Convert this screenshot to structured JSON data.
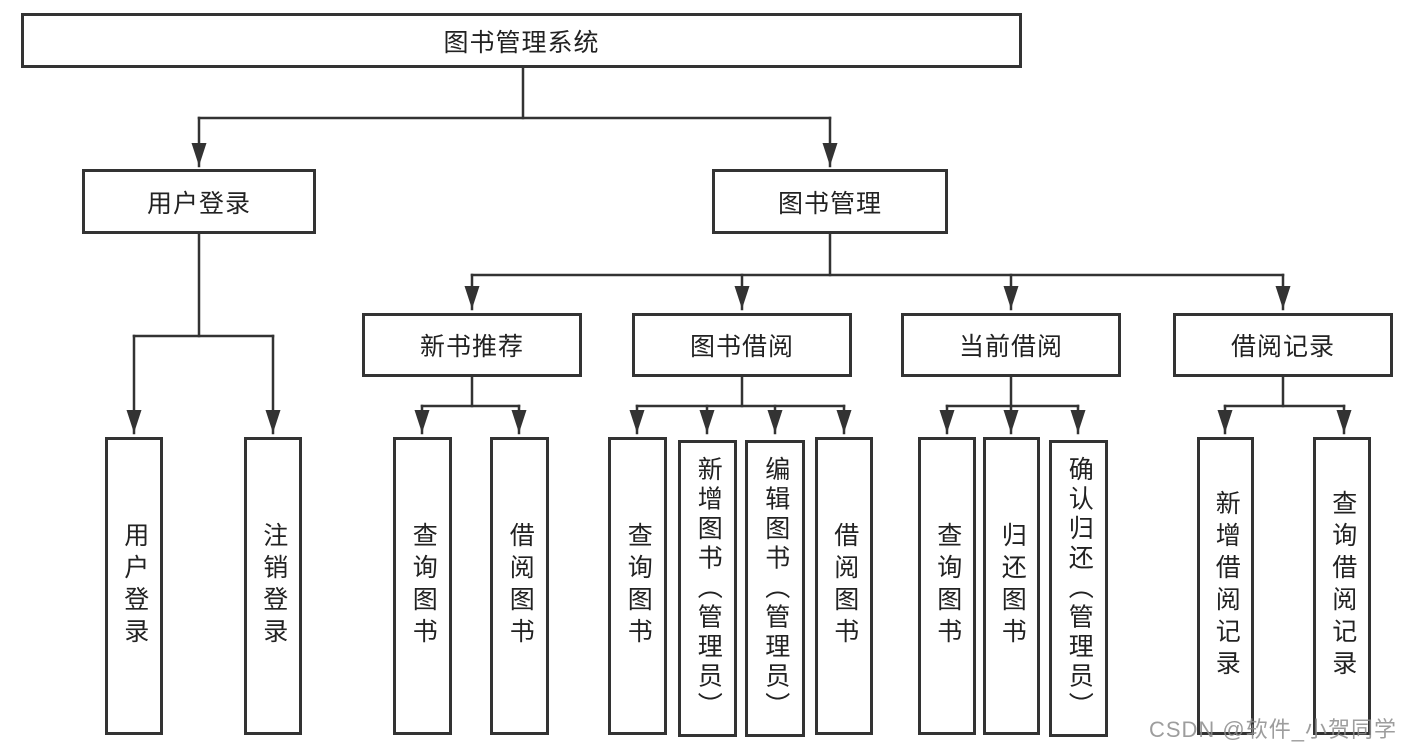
{
  "palette": {
    "line": "#333333",
    "box_fill": "#ffffff",
    "text": "#222222",
    "watermark": "#8c8c8c",
    "background": "#ffffff"
  },
  "tree": {
    "root": {
      "label": "图书管理系统",
      "children": [
        {
          "label": "用户登录",
          "children": [
            {
              "label": "用户登录"
            },
            {
              "label": "注销登录"
            }
          ]
        },
        {
          "label": "图书管理",
          "children": [
            {
              "label": "新书推荐",
              "children": [
                {
                  "label": "查询图书"
                },
                {
                  "label": "借阅图书"
                }
              ]
            },
            {
              "label": "图书借阅",
              "children": [
                {
                  "label": "查询图书"
                },
                {
                  "label": "新增图书（管理员）"
                },
                {
                  "label": "编辑图书（管理员）"
                },
                {
                  "label": "借阅图书"
                }
              ]
            },
            {
              "label": "当前借阅",
              "children": [
                {
                  "label": "查询图书"
                },
                {
                  "label": "归还图书"
                },
                {
                  "label": "确认归还（管理员）"
                }
              ]
            },
            {
              "label": "借阅记录",
              "children": [
                {
                  "label": "新增借阅记录"
                },
                {
                  "label": "查询借阅记录"
                }
              ]
            }
          ]
        }
      ]
    }
  },
  "watermark": {
    "text": "CSDN @软件_小贺同学"
  }
}
